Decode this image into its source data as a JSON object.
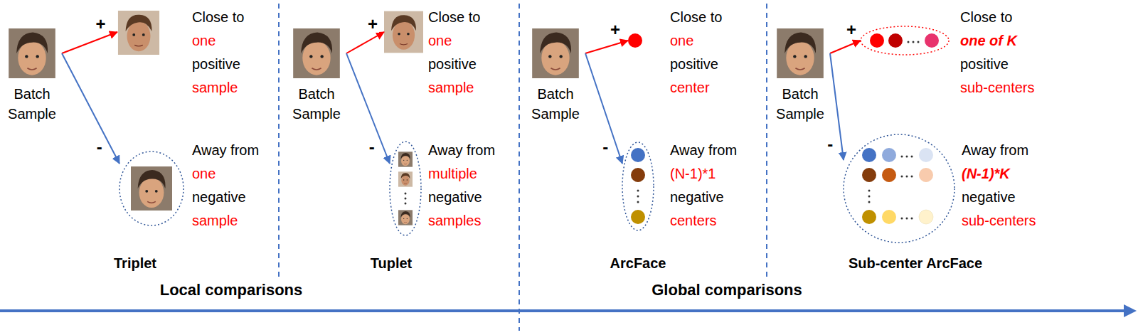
{
  "diagram": {
    "nodes": [
      {
        "text": [
          "Batch Sample"
        ]
      },
      {
        "text": [
          "Close to",
          "one",
          "positive",
          "sample"
        ]
      },
      {
        "text": [
          "Away from",
          "one",
          "negative",
          "sample"
        ]
      },
      {
        "text": [
          "Batch Sample"
        ]
      },
      {
        "text": [
          "Close to",
          "one",
          "positive",
          "sample"
        ]
      },
      {
        "text": [
          "Away from",
          "multiple",
          "negative",
          "samples"
        ]
      },
      {
        "text": [
          "Batch Sample"
        ]
      },
      {
        "text": [
          "Close to",
          "one",
          "positive",
          "center"
        ]
      },
      {
        "text": [
          "Away from",
          "(N-1)*1",
          "negative",
          "centers"
        ]
      },
      {
        "text": [
          "Batch Sample"
        ]
      },
      {
        "text": [
          "Close to",
          "one of K",
          "positive",
          "sub-centers"
        ]
      },
      {
        "text": [
          "Away from",
          "(N-1)*K",
          "negative",
          "sub-centers"
        ]
      }
    ],
    "edges": [
      {
        "from": 0,
        "to": 1,
        "arrow": "to",
        "label": "+"
      },
      {
        "from": 0,
        "to": 2,
        "arrow": "to",
        "label": "-"
      },
      {
        "from": 3,
        "to": 4,
        "arrow": "to",
        "label": "+"
      },
      {
        "from": 3,
        "to": 5,
        "arrow": "to",
        "label": "-"
      },
      {
        "from": 6,
        "to": 7,
        "arrow": "to",
        "label": "+"
      },
      {
        "from": 6,
        "to": 8,
        "arrow": "to",
        "label": "-"
      },
      {
        "from": 9,
        "to": 10,
        "arrow": "to",
        "label": "+"
      },
      {
        "from": 9,
        "to": 11,
        "arrow": "to",
        "label": "-"
      }
    ],
    "labels": [
      "Triplet",
      "Tuplet",
      "ArcFace",
      "Sub-center ArcFace",
      "Local comparisons",
      "Global comparisons"
    ]
  }
}
